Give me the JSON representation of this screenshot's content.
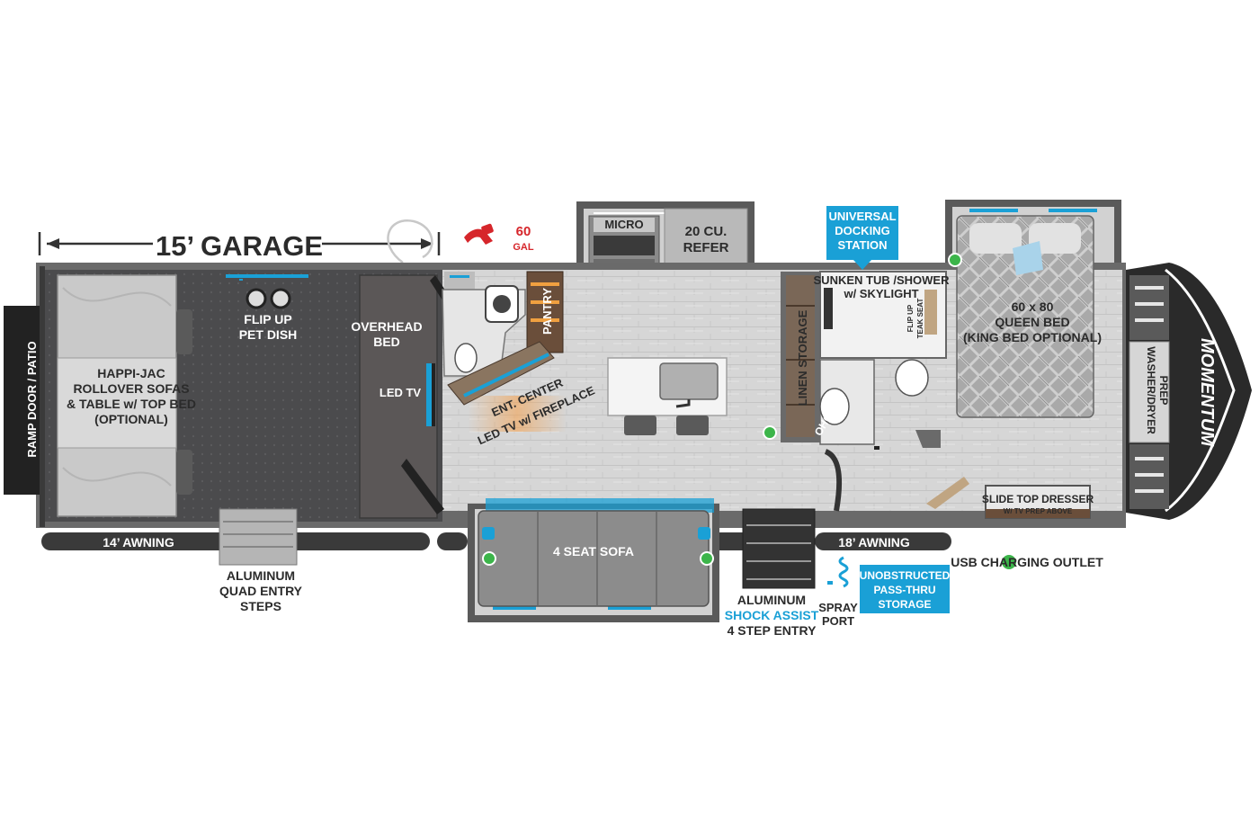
{
  "garage": {
    "title": "15’ GARAGE"
  },
  "fuel": {
    "capacity": "60",
    "unit": "GAL"
  },
  "labels": {
    "ramp_door": "RAMP DOOR / PATIO",
    "sofas_1": "HAPPI-JAC",
    "sofas_2": "ROLLOVER SOFAS",
    "sofas_3": "& TABLE w/ TOP BED",
    "sofas_4": "(OPTIONAL)",
    "pet_dish_1": "FLIP UP",
    "pet_dish_2": "PET DISH",
    "overhead_1": "OVERHEAD",
    "overhead_2": "BED",
    "led_tv": "LED TV",
    "pantry": "PANTRY",
    "ent_1": "ENT. CENTER",
    "ent_2": "LED TV w/ FIREPLACE",
    "micro": "MICRO",
    "refer_1": "20 CU.",
    "refer_2": "REFER",
    "docking_1": "UNIVERSAL",
    "docking_2": "DOCKING",
    "docking_3": "STATION",
    "tub_1": "SUNKEN TUB /SHOWER",
    "tub_2": "w/ SKYLIGHT",
    "teak_1": "FLIP UP",
    "teak_2": "TEAK SEAT",
    "linen": "LINEN STORAGE",
    "ohc": "OHC",
    "bed_1": "60 x 80",
    "bed_2": "QUEEN BED",
    "bed_3": "(KING BED OPTIONAL)",
    "washer_1": "WASHER/DRYER",
    "washer_2": "PREP",
    "brand": "MOMENTUM",
    "dresser_1": "SLIDE TOP DRESSER",
    "dresser_2": "W/ TV PREP ABOVE",
    "awning_14": "14’ AWNING",
    "awning_18": "18’ AWNING",
    "sofa_4": "4 SEAT SOFA",
    "quad_1": "ALUMINUM",
    "quad_2": "QUAD ENTRY",
    "quad_3": "STEPS",
    "shock_1": "ALUMINUM",
    "shock_2": "SHOCK ASSIST",
    "shock_3": "4 STEP ENTRY",
    "spray_1": "SPRAY",
    "spray_2": "PORT",
    "pass_1": "UNOBSTRUCTED",
    "pass_2": "PASS-THRU",
    "pass_3": "STORAGE"
  },
  "legend": {
    "usb": "USB CHARGING OUTLET"
  },
  "colors": {
    "accent_blue": "#1aa0d6",
    "usb_green": "#3cb54a",
    "fuel_red": "#d6262b",
    "wall_dark": "#4a4a4a",
    "floor_grey": "#d9d9d9"
  }
}
